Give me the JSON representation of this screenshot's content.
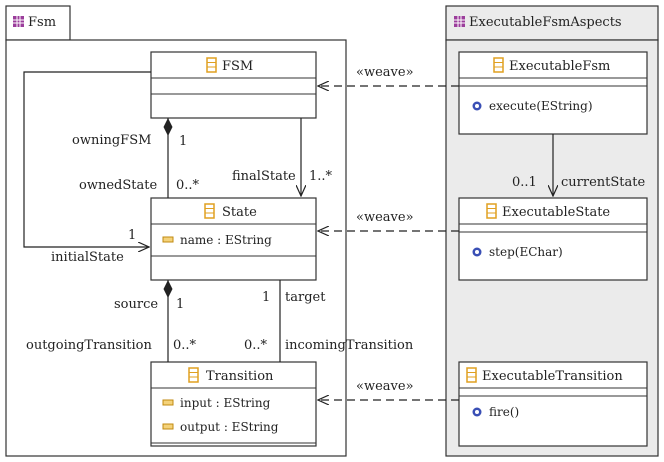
{
  "packages": {
    "fsm": {
      "name": "Fsm"
    },
    "aspects": {
      "name": "ExecutableFsmAspects"
    }
  },
  "classes": {
    "fsm": {
      "name": "FSM",
      "attributes": [],
      "operations": []
    },
    "state": {
      "name": "State",
      "attributes": [
        "name : EString"
      ],
      "operations": []
    },
    "transition": {
      "name": "Transition",
      "attributes": [
        "input : EString",
        "output : EString"
      ],
      "operations": []
    },
    "exec_fsm": {
      "name": "ExecutableFsm",
      "attributes": [],
      "operations": [
        "execute(EString)"
      ]
    },
    "exec_state": {
      "name": "ExecutableState",
      "attributes": [],
      "operations": [
        "step(EChar)"
      ]
    },
    "exec_transition": {
      "name": "ExecutableTransition",
      "attributes": [],
      "operations": [
        "fire()"
      ]
    }
  },
  "weaves": [
    "«weave»",
    "«weave»",
    "«weave»"
  ],
  "associations": {
    "owning": {
      "role_source": "owningFSM",
      "mult_source": "1",
      "role_target": "ownedState",
      "mult_target": "0..*"
    },
    "final": {
      "role": "finalState",
      "mult": "1..*"
    },
    "initial": {
      "role": "initialState",
      "mult": "1"
    },
    "source": {
      "role": "source",
      "mult": "1",
      "far_role": "outgoingTransition",
      "far_mult": "0..*"
    },
    "target": {
      "role": "target",
      "mult": "1",
      "far_role": "incomingTransition",
      "far_mult": "0..*"
    },
    "current": {
      "role": "currentState",
      "mult": "0..1"
    }
  },
  "colors": {
    "package_icon": "#9b3d9b",
    "class_icon": "#e0a020",
    "attr_icon": "#e0a020",
    "op_icon": "#3a4fb5",
    "aspect_bg": "#ebebeb"
  }
}
